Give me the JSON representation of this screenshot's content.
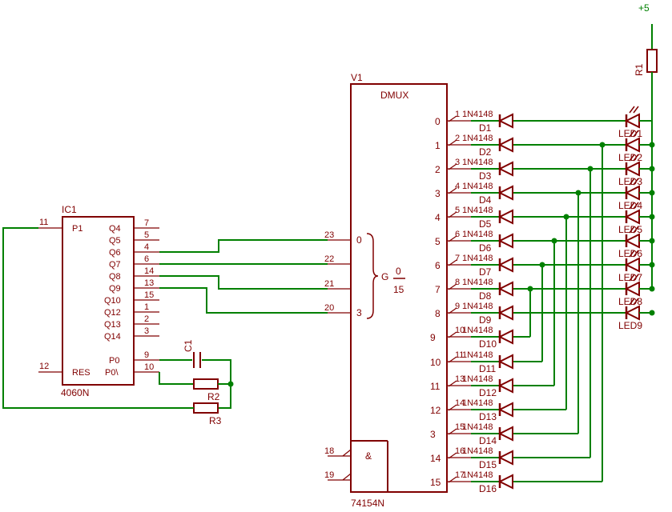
{
  "power": {
    "label": "+5"
  },
  "r1": {
    "ref": "R1"
  },
  "ic1": {
    "ref": "IC1",
    "value": "4060N",
    "left_pins": [
      {
        "num": "11",
        "name": "P1"
      },
      {
        "num": "12",
        "name": "RES"
      }
    ],
    "q_pins": [
      {
        "num": "7",
        "name": "Q4"
      },
      {
        "num": "5",
        "name": "Q5"
      },
      {
        "num": "4",
        "name": "Q6"
      },
      {
        "num": "6",
        "name": "Q7"
      },
      {
        "num": "14",
        "name": "Q8"
      },
      {
        "num": "13",
        "name": "Q9"
      },
      {
        "num": "15",
        "name": "Q10"
      },
      {
        "num": "1",
        "name": "Q12"
      },
      {
        "num": "2",
        "name": "Q13"
      },
      {
        "num": "3",
        "name": "Q14"
      }
    ],
    "p_pins": [
      {
        "num": "9",
        "name": "P0"
      },
      {
        "num": "10",
        "name": "P0\\"
      }
    ]
  },
  "c1": {
    "ref": "C1"
  },
  "r2": {
    "ref": "R2"
  },
  "r3": {
    "ref": "R3"
  },
  "v1": {
    "ref": "V1",
    "title": "DMUX",
    "value": "74154N",
    "addr_pins": [
      {
        "num": "23",
        "name": "0"
      },
      {
        "num": "22",
        "name": ""
      },
      {
        "num": "21",
        "name": ""
      },
      {
        "num": "20",
        "name": "3"
      }
    ],
    "g_label": "G",
    "g_top": "0",
    "g_bottom": "15",
    "and_symbol": "&",
    "enable_pins": [
      "18",
      "19"
    ],
    "outputs": [
      "0",
      "1",
      "2",
      "3",
      "4",
      "5",
      "6",
      "7",
      "8",
      "9",
      "10",
      "11",
      "12",
      "3",
      "14",
      "15"
    ],
    "output_pins": [
      "1",
      "2",
      "3",
      "4",
      "5",
      "6",
      "7",
      "8",
      "9",
      "10",
      "11",
      "13",
      "14",
      "15",
      "16",
      "17"
    ]
  },
  "diodes": {
    "type": "1N4148",
    "refs": [
      "D1",
      "D2",
      "D3",
      "D4",
      "D5",
      "D6",
      "D7",
      "D8",
      "D9",
      "D10",
      "D11",
      "D12",
      "D13",
      "D14",
      "D15",
      "D16"
    ]
  },
  "leds": {
    "refs": [
      "LED1",
      "LED2",
      "LED3",
      "LED4",
      "LED5",
      "LED6",
      "LED7",
      "LED8",
      "LED9"
    ]
  }
}
